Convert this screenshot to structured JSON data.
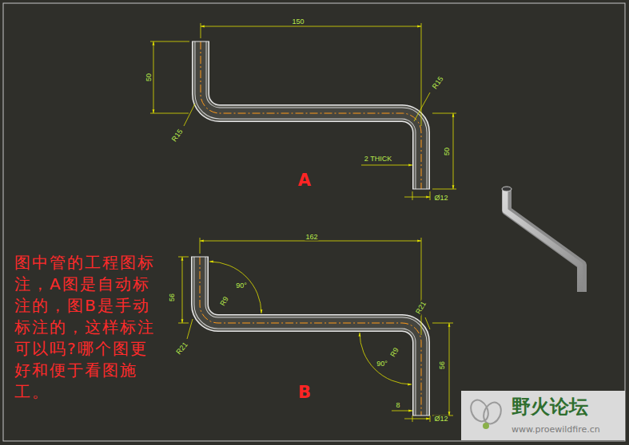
{
  "diagram": {
    "labels": [
      "150",
      "50",
      "R15",
      "R15",
      "2 THICK",
      "50",
      "Ø12",
      "A",
      "162",
      "56",
      "90°",
      "R9",
      "R21",
      "R21",
      "R9",
      "90°",
      "56",
      "8",
      "Ø12",
      "B",
      "图中管的工程图标注，A图是自动标注的，图B是手动标注的，这样标注可以吗?哪个图更好和便于看图施工。",
      "野火论坛",
      "www.proewildfire.cn"
    ]
  }
}
